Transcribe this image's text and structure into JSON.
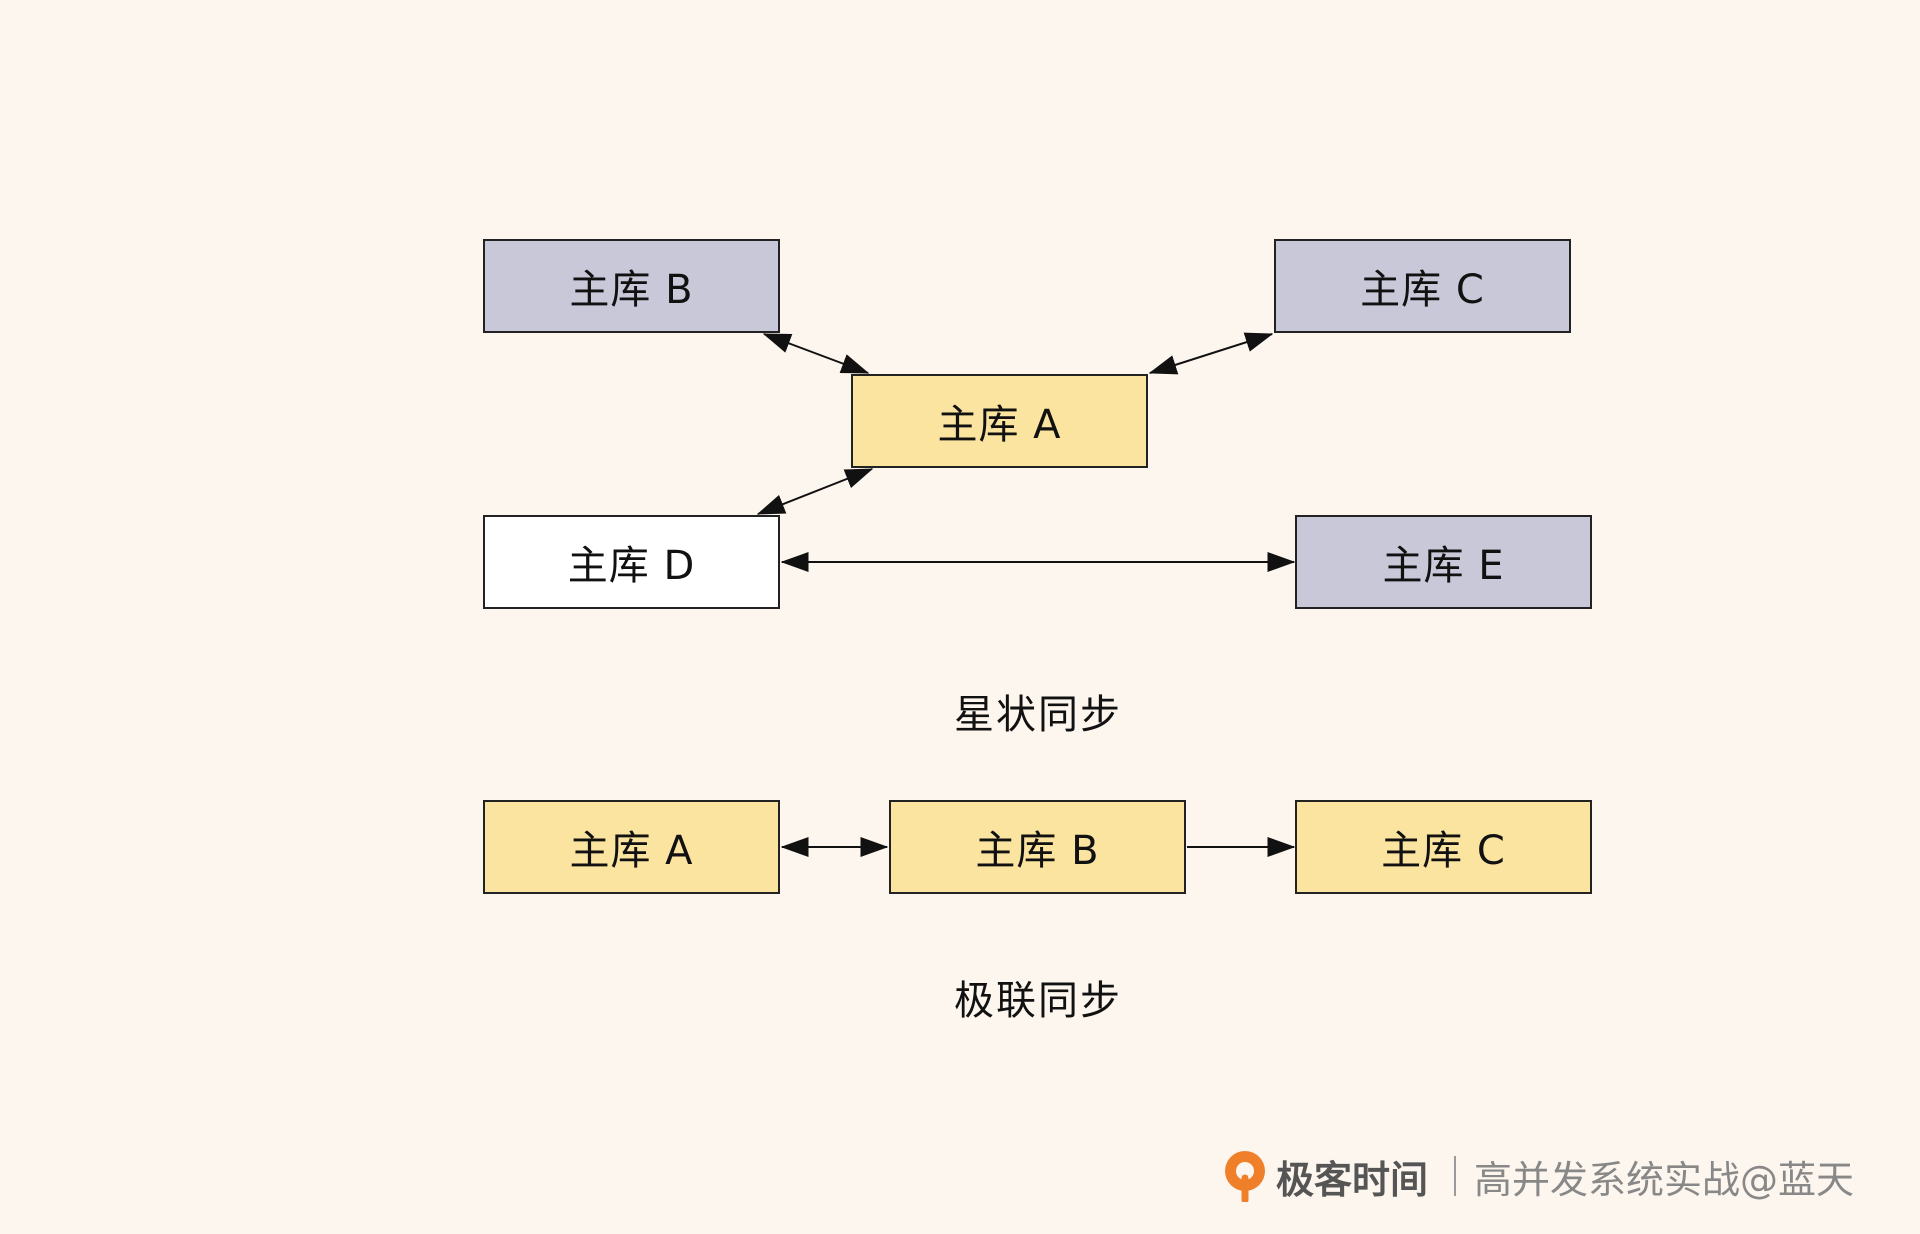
{
  "star": {
    "caption": "星状同步",
    "nodes": {
      "b": "主库 B",
      "c": "主库 C",
      "a": "主库 A",
      "d": "主库 D",
      "e": "主库 E"
    }
  },
  "cascade": {
    "caption": "极联同步",
    "nodes": {
      "a": "主库 A",
      "b": "主库 B",
      "c": "主库 C"
    }
  },
  "footer": {
    "brand": "极客时间",
    "course": "高并发系统实战@蓝天"
  },
  "colors": {
    "background": "#fdf6ee",
    "node_purple": "#c9c8d9",
    "node_yellow": "#fbe4a0",
    "node_white": "#ffffff",
    "logo_orange": "#f07f2a"
  },
  "edges": [
    {
      "from": "star.b",
      "to": "star.a",
      "direction": "both"
    },
    {
      "from": "star.c",
      "to": "star.a",
      "direction": "both"
    },
    {
      "from": "star.d",
      "to": "star.a",
      "direction": "both"
    },
    {
      "from": "star.d",
      "to": "star.e",
      "direction": "both"
    },
    {
      "from": "cascade.a",
      "to": "cascade.b",
      "direction": "both"
    },
    {
      "from": "cascade.b",
      "to": "cascade.c",
      "direction": "forward"
    }
  ]
}
